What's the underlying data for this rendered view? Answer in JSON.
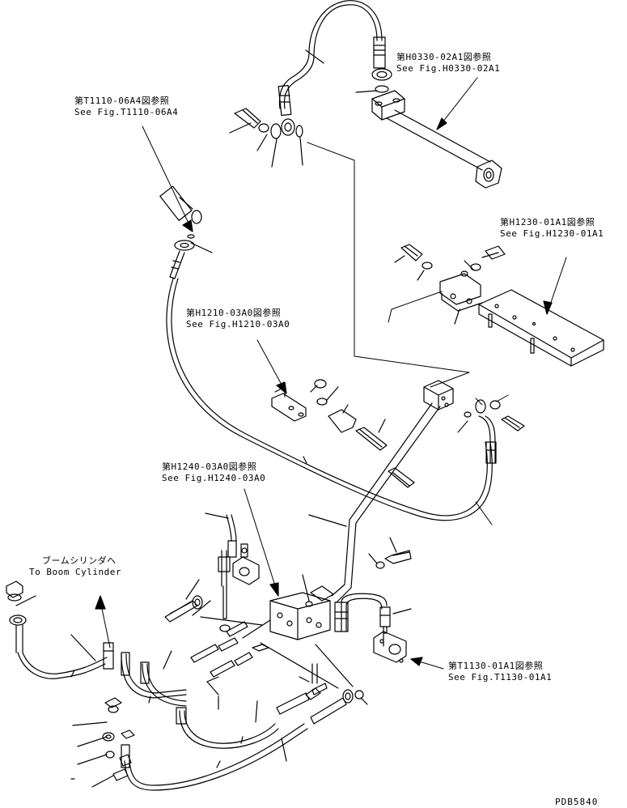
{
  "callouts": {
    "h0330": {
      "ja": "第H0330-02A1図参照",
      "en": "See Fig.H0330-02A1"
    },
    "t1110": {
      "ja": "第T1110-06A4図参照",
      "en": "See Fig.T1110-06A4"
    },
    "h1230": {
      "ja": "第H1230-01A1図参照",
      "en": "See Fig.H1230-01A1"
    },
    "h1210": {
      "ja": "第H1210-03A0図参照",
      "en": "See Fig.H1210-03A0"
    },
    "h1240": {
      "ja": "第H1240-03A0図参照",
      "en": "See Fig.H1240-03A0"
    },
    "boom": {
      "ja": "ブームシリンダへ",
      "en": "To Boom Cylinder"
    },
    "t1130": {
      "ja": "第T1130-01A1図参照",
      "en": "See Fig.T1130-01A1"
    }
  },
  "drawing_code": "PDB5840"
}
